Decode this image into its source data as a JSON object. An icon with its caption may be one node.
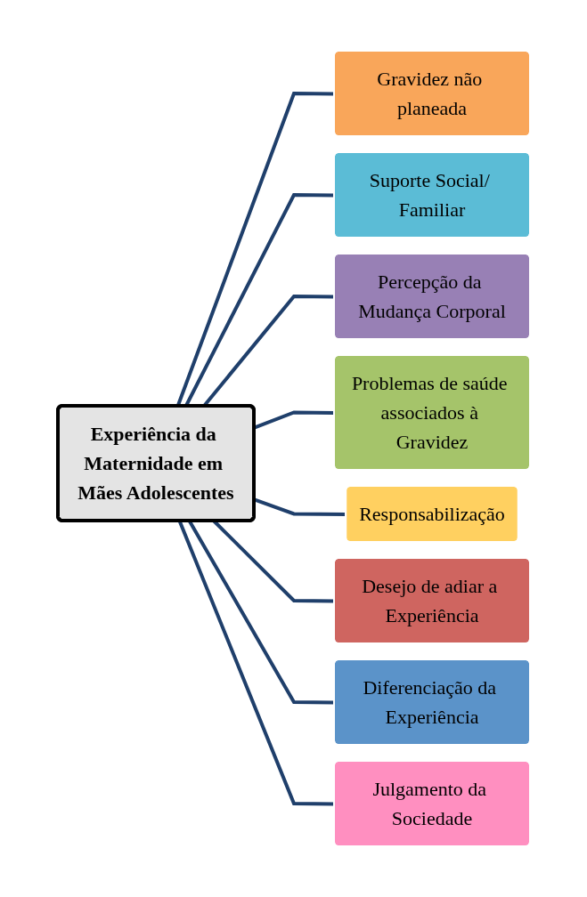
{
  "diagram": {
    "nodes": [
      {
        "text": [
          "Experiência da Maternidade em Mães Adolescentes"
        ]
      },
      {
        "text": [
          "Gravidez não planeada"
        ]
      },
      {
        "text": [
          "Suporte Social/ Familiar"
        ]
      },
      {
        "text": [
          "Percepção da Mudança Corporal"
        ]
      },
      {
        "text": [
          "Problemas de saúde associados à Gravidez"
        ]
      },
      {
        "text": [
          "Responsabilização"
        ]
      },
      {
        "text": [
          "Desejo de adiar a Experiência"
        ]
      },
      {
        "text": [
          "Diferenciação da Experiência"
        ]
      },
      {
        "text": [
          "Julgamento da Sociedade"
        ]
      }
    ],
    "edges": [
      {
        "from": 0,
        "to": 1,
        "arrow": "none"
      },
      {
        "from": 0,
        "to": 2,
        "arrow": "none"
      },
      {
        "from": 0,
        "to": 3,
        "arrow": "none"
      },
      {
        "from": 0,
        "to": 4,
        "arrow": "none"
      },
      {
        "from": 0,
        "to": 5,
        "arrow": "none"
      },
      {
        "from": 0,
        "to": 6,
        "arrow": "none"
      },
      {
        "from": 0,
        "to": 7,
        "arrow": "none"
      },
      {
        "from": 0,
        "to": 8,
        "arrow": "none"
      }
    ]
  }
}
